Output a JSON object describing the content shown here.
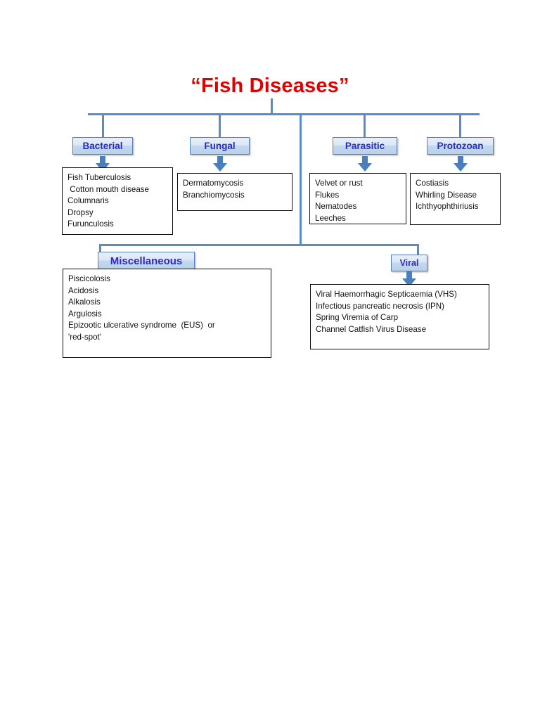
{
  "title": "“Fish Diseases”",
  "categories": [
    {
      "id": "bacterial",
      "label": "Bacterial",
      "items": [
        "Fish Tuberculosis",
        " Cotton mouth disease",
        "Columnaris",
        "Dropsy",
        "Furunculosis"
      ]
    },
    {
      "id": "fungal",
      "label": "Fungal",
      "items": [
        "Dermatomycosis",
        "Branchiomycosis"
      ]
    },
    {
      "id": "parasitic",
      "label": "Parasitic",
      "items": [
        "Velvet or rust",
        "Flukes",
        "Nematodes",
        "Leeches"
      ]
    },
    {
      "id": "protozoan",
      "label": "Protozoan",
      "items": [
        "Costiasis",
        "Whirling Disease",
        "Ichthyophthiriusis"
      ]
    },
    {
      "id": "miscellaneous",
      "label": "Miscellaneous",
      "items": [
        "Piscicolosis",
        "Acidosis",
        "Alkalosis",
        "Argulosis",
        "Epizootic ulcerative syndrome  (EUS)  or",
        "'red-spot'"
      ]
    },
    {
      "id": "viral",
      "label": "Viral",
      "items": [
        "Viral Haemorrhagic Septicaemia (VHS)",
        "Infectious pancreatic necrosis (IPN)",
        "Spring Viremia of Carp",
        "Channel Catfish Virus Disease"
      ]
    }
  ],
  "colors": {
    "title": "#e00000",
    "connector": "#5b8bc4",
    "label_text": "#2b2bc0",
    "label_border": "#5581b8",
    "arrow": "#4a7fbe",
    "box_border": "#0f0f0f",
    "body_text": "#111111",
    "background": "#ffffff"
  },
  "icons": {
    "down_arrow": "down-block-arrow"
  }
}
